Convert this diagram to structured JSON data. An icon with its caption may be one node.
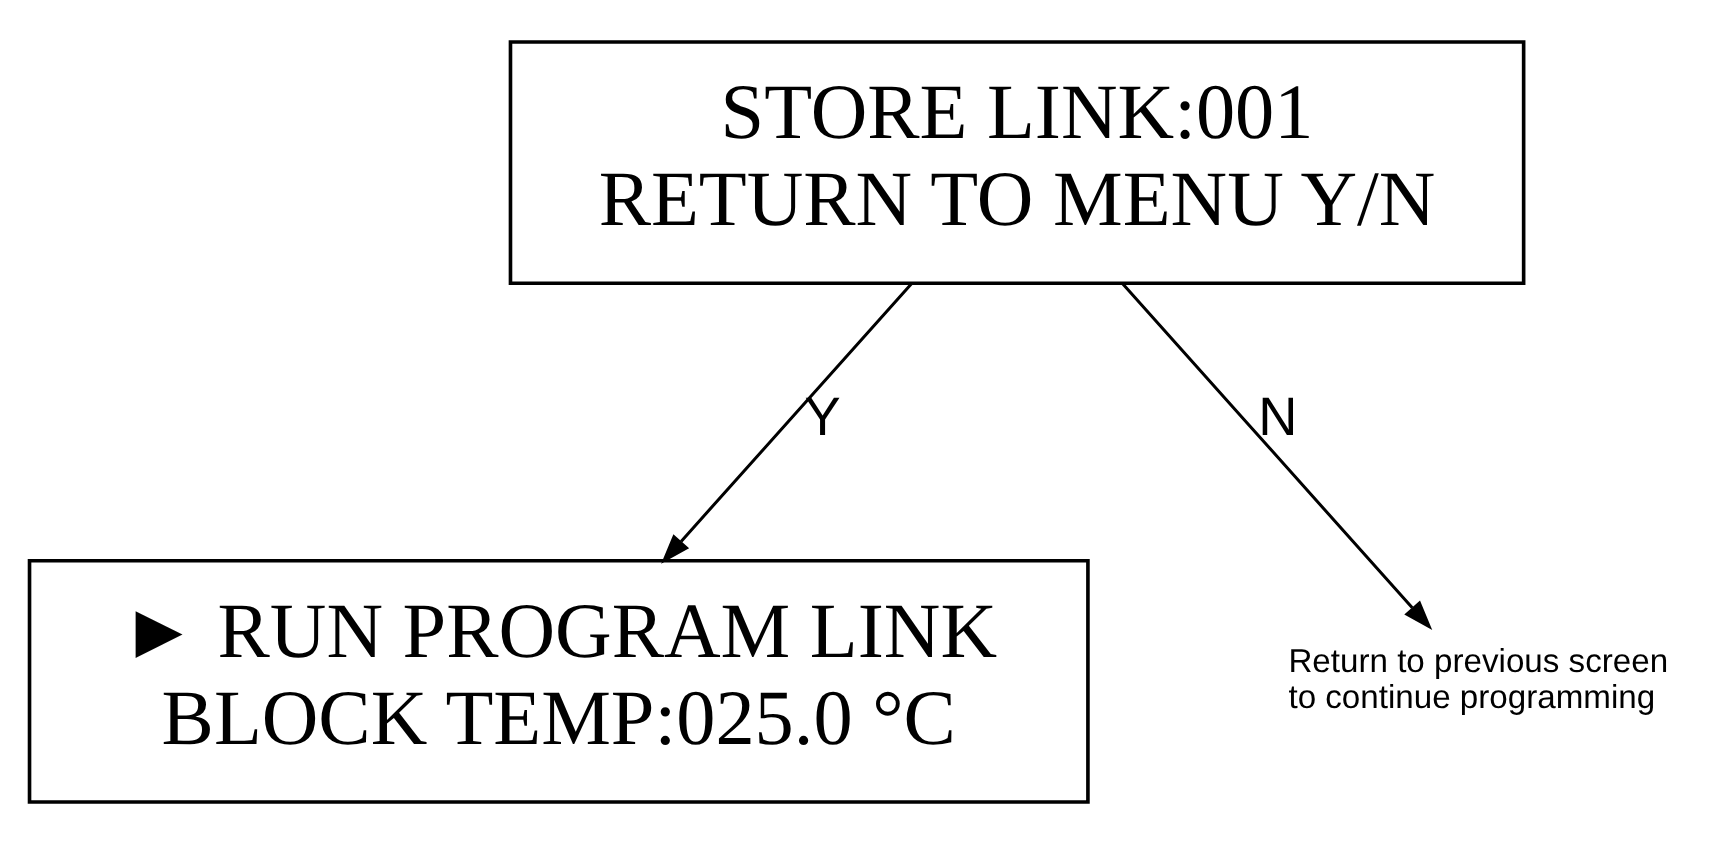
{
  "diagram": {
    "nodes": [
      {
        "text": [
          "STORE LINK:001",
          "RETURN TO MENU Y/N"
        ]
      },
      {
        "text": [
          "► RUN PROGRAM LINK",
          "BLOCK TEMP:025.0 °C"
        ]
      },
      {
        "text": [
          "Return to previous screen to continue programming"
        ]
      }
    ],
    "edges": [
      {
        "from": 0,
        "to": 1,
        "arrow": "to",
        "label": "Y"
      },
      {
        "from": 0,
        "to": 2,
        "arrow": "to",
        "label": "N"
      }
    ]
  }
}
